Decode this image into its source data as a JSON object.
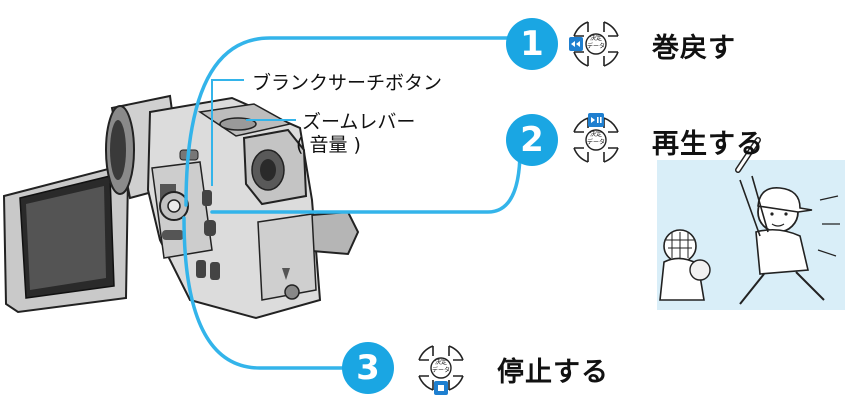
{
  "steps": [
    {
      "number": "1",
      "action": "巻戻す",
      "button_icon": "rewind-icon"
    },
    {
      "number": "2",
      "action": "再生する",
      "button_icon": "play-pause-icon"
    },
    {
      "number": "3",
      "action": "停止する",
      "button_icon": "stop-icon"
    }
  ],
  "callouts": {
    "blank_search": "ブランクサーチボタン",
    "zoom_lever": "ズームレバー",
    "zoom_lever_sub": "( 音量 )"
  },
  "dial": {
    "center_label_line1": "決定",
    "center_label_line2": "データ"
  },
  "colors": {
    "accent": "#1aa6e3",
    "line": "#33b4ea",
    "button_fill": "#1e7fd0",
    "picture_bg": "#d9eef8"
  }
}
